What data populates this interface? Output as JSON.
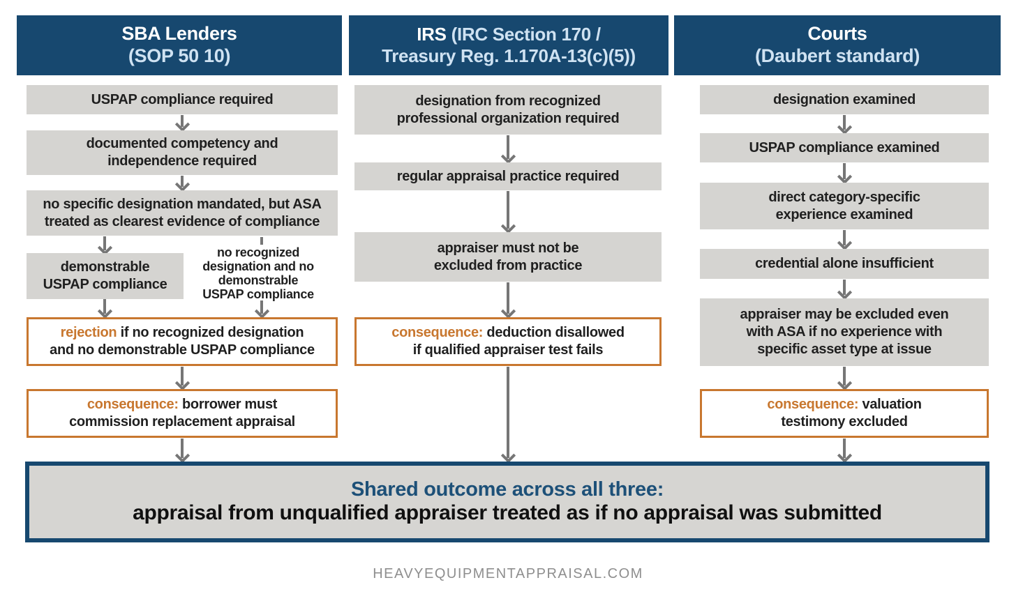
{
  "columns": [
    {
      "header": {
        "bold": "SBA Lenders",
        "light": "(SOP 50 10)"
      },
      "boxes": {
        "uspap": "USPAP compliance required",
        "competency": [
          "documented competency and",
          "independence required"
        ],
        "designation": [
          "no specific designation mandated, but ASA",
          "treated as clearest evidence of compliance"
        ],
        "demonstrable": [
          "demonstrable",
          "USPAP compliance"
        ],
        "branch": [
          "no recognized",
          "designation and no",
          "demonstrable",
          "USPAP compliance"
        ],
        "rejection": {
          "kw": "rejection",
          "l1": " if no recognized designation",
          "l2": "and no demonstrable USPAP compliance"
        },
        "consequence": {
          "kw": "consequence:",
          "l1": " borrower must",
          "l2": "commission replacement appraisal"
        }
      }
    },
    {
      "header": {
        "bold": "IRS",
        "light1": " (IRC Section 170 /",
        "light2": "Treasury Reg. 1.170A-13(c)(5))"
      },
      "boxes": {
        "designation": [
          "designation from recognized",
          "professional organization required"
        ],
        "practice": "regular appraisal practice required",
        "excluded": [
          "appraiser must not be",
          "excluded from practice"
        ],
        "consequence": {
          "kw": "consequence:",
          "l1": " deduction disallowed",
          "l2": "if qualified appraiser test fails"
        }
      }
    },
    {
      "header": {
        "bold": "Courts",
        "light": "(Daubert standard)"
      },
      "boxes": {
        "designation": "designation examined",
        "uspap": "USPAP compliance examined",
        "experience": [
          "direct category-specific",
          "experience examined"
        ],
        "credential": "credential alone insufficient",
        "excluded": [
          "appraiser may be excluded even",
          "with ASA if no experience with",
          "specific asset type at issue"
        ],
        "consequence": {
          "kw": "consequence:",
          "l1": " valuation",
          "l2": "testimony excluded"
        }
      }
    }
  ],
  "shared_outcome": {
    "heading": "Shared outcome across all three:",
    "body": "appraisal from unqualified appraiser treated as if no appraisal was submitted"
  },
  "footer": "HEAVYEQUIPMENTAPPRAISAL.COM",
  "colors": {
    "navy": "#17486f",
    "orange": "#c8772f",
    "box_gray": "#d5d4d1",
    "arrow_gray": "#767676",
    "footer_gray": "#8e8e8e"
  }
}
